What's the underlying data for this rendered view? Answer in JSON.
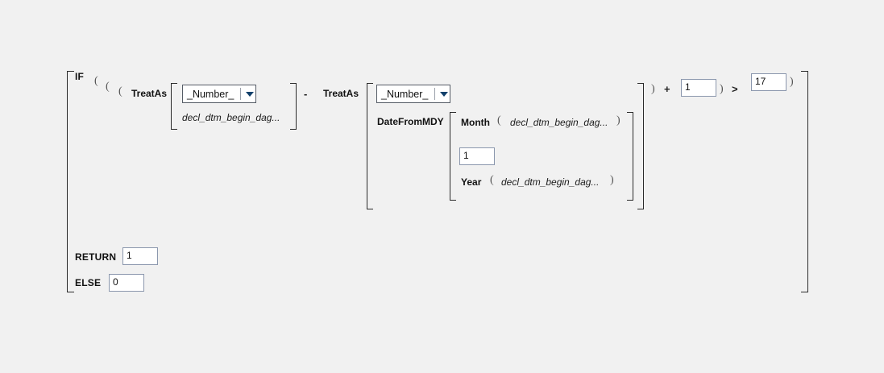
{
  "theme": {
    "background": "#f1f1f1",
    "bracket_color": "#2b2b2b",
    "input_border": "#8b97ad",
    "input_background": "#ffffff",
    "dropdown_border": "#555c66",
    "dropdown_arrow": "#12406b",
    "text_color": "#1a1a1a"
  },
  "formula": {
    "if_label": "IF",
    "return_label": "RETURN",
    "else_label": "ELSE",
    "return_value": "1",
    "else_value": "0",
    "open_paren_1": "(",
    "open_paren_2": "(",
    "open_paren_3": "(",
    "close_paren_1": ")",
    "close_paren_2": ")",
    "close_paren_3": ")",
    "minus_operator": "-",
    "plus_operator": "+",
    "greater_than_operator": ">",
    "plus_operand": "1",
    "threshold_value": "17"
  },
  "treat_as_1": {
    "function_label": "TreatAs",
    "type_dropdown_value": "_Number_",
    "dropdown_icon": "chevron-down-icon",
    "argument": "decl_dtm_begin_dag..."
  },
  "treat_as_2": {
    "function_label": "TreatAs",
    "type_dropdown_value": "_Number_",
    "dropdown_icon": "chevron-down-icon",
    "date_function_label": "DateFromMDY",
    "month": {
      "label": "Month",
      "open_paren": "(",
      "argument": "decl_dtm_begin_dag...",
      "close_paren": ")"
    },
    "day": {
      "value": "1"
    },
    "year": {
      "label": "Year",
      "open_paren": "(",
      "argument": "decl_dtm_begin_dag...",
      "close_paren": ")"
    }
  }
}
